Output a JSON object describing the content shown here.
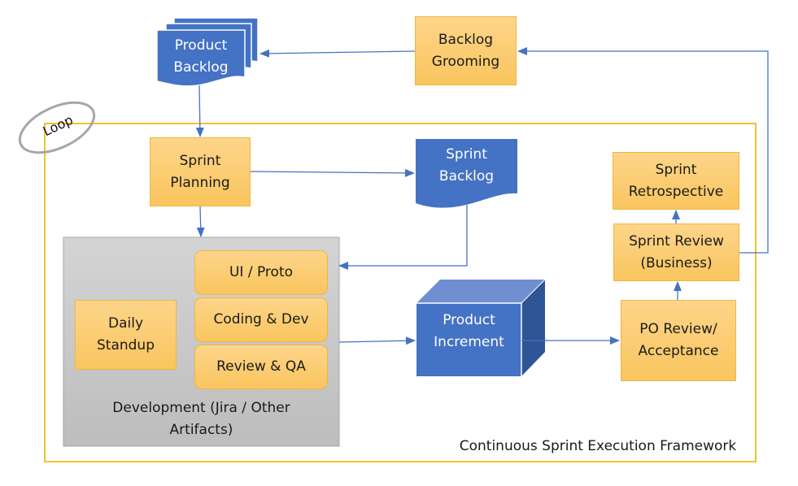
{
  "diagram": {
    "title": "Continuous Sprint Execution Framework",
    "loop_label": "Loop",
    "colors": {
      "blue_shape": "#4472c4",
      "blue_dark": "#2f5597",
      "blue_light": "#6f8fd0",
      "orange_fill": "#fcd27c",
      "orange_border": "#f0b640",
      "frame_yellow": "#f2c12e",
      "gray_panel": "#c8c8c8",
      "arrow": "#4472c4"
    },
    "nodes": {
      "product_backlog": {
        "line1": "Product",
        "line2": "Backlog",
        "shape": "multi-document"
      },
      "backlog_grooming": {
        "line1": "Backlog",
        "line2": "Grooming",
        "shape": "process"
      },
      "sprint_planning": {
        "line1": "Sprint",
        "line2": "Planning",
        "shape": "process"
      },
      "sprint_backlog": {
        "line1": "Sprint",
        "line2": "Backlog",
        "shape": "document"
      },
      "daily_standup": {
        "line1": "Daily",
        "line2": "Standup",
        "shape": "process"
      },
      "ui_proto": {
        "label": "UI / Proto",
        "shape": "rounded-process"
      },
      "coding_dev": {
        "label": "Coding & Dev",
        "shape": "rounded-process"
      },
      "review_qa": {
        "label": "Review & QA",
        "shape": "rounded-process"
      },
      "development": {
        "line1": "Development (Jira / Other",
        "line2": "Artifacts)",
        "shape": "group"
      },
      "product_increment": {
        "line1": "Product",
        "line2": "Increment",
        "shape": "cube"
      },
      "po_review": {
        "line1": "PO Review/",
        "line2": "Acceptance",
        "shape": "process"
      },
      "sprint_review": {
        "line1": "Sprint Review",
        "line2": "(Business)",
        "shape": "process"
      },
      "sprint_retrospective": {
        "line1": "Sprint",
        "line2": "Retrospective",
        "shape": "process"
      }
    },
    "edges": [
      {
        "from": "backlog_grooming",
        "to": "product_backlog"
      },
      {
        "from": "product_backlog",
        "to": "sprint_planning"
      },
      {
        "from": "sprint_planning",
        "to": "sprint_backlog"
      },
      {
        "from": "sprint_planning",
        "to": "development"
      },
      {
        "from": "sprint_backlog",
        "to": "development"
      },
      {
        "from": "development",
        "to": "product_increment"
      },
      {
        "from": "product_increment",
        "to": "po_review"
      },
      {
        "from": "po_review",
        "to": "sprint_review"
      },
      {
        "from": "sprint_review",
        "to": "sprint_retrospective"
      },
      {
        "from": "sprint_review",
        "to": "backlog_grooming"
      }
    ]
  }
}
